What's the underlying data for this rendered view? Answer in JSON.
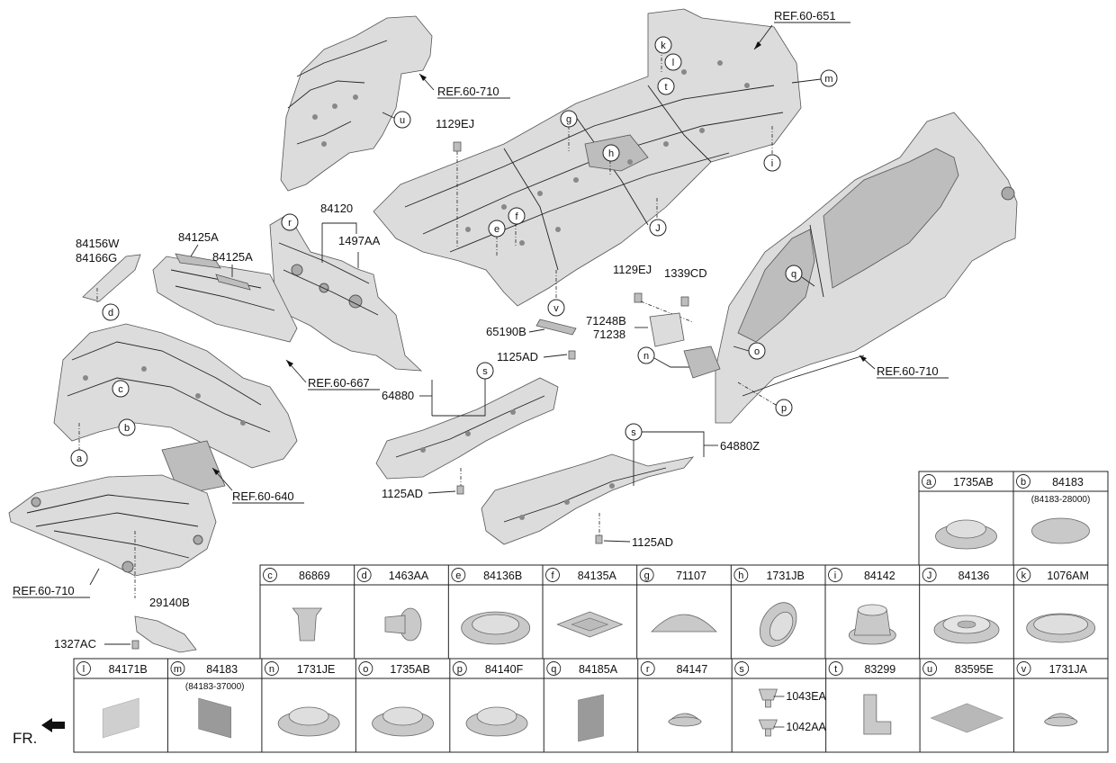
{
  "callouts": {
    "a": "a",
    "b": "b",
    "c": "c",
    "d": "d",
    "e": "e",
    "f": "f",
    "g": "g",
    "h": "h",
    "i": "i",
    "j": "J",
    "k": "k",
    "l": "l",
    "m": "m",
    "n": "n",
    "o": "o",
    "p": "p",
    "q": "q",
    "r": "r",
    "s": "s",
    "t": "t",
    "u": "u",
    "v": "v"
  },
  "labels": {
    "p84156w": "84156W",
    "p84166g": "84166G",
    "p84125a_1": "84125A",
    "p84125a_2": "84125A",
    "p84120": "84120",
    "p1497aa": "1497AA",
    "p1129ej_top": "1129EJ",
    "p1129ej_mid": "1129EJ",
    "p1339cd": "1339CD",
    "p71248b": "71248B",
    "p71238": "71238",
    "p65190b": "65190B",
    "p1125ad_1": "1125AD",
    "p1125ad_2": "1125AD",
    "p1125ad_3": "1125AD",
    "p64880": "64880",
    "p64880z": "64880Z",
    "p29140b": "29140B",
    "p1327ac": "1327AC"
  },
  "refs": {
    "r651": "REF.60-651",
    "r710_top": "REF.60-710",
    "r667": "REF.60-667",
    "r640": "REF.60-640",
    "r710_bottom": "REF.60-710",
    "r710_right": "REF.60-710"
  },
  "legend": {
    "row0": [
      {
        "key": "a",
        "code": "1735AB",
        "sub": ""
      },
      {
        "key": "b",
        "code": "84183",
        "sub": "(84183-28000)"
      }
    ],
    "row1": [
      {
        "key": "c",
        "code": "86869"
      },
      {
        "key": "d",
        "code": "1463AA"
      },
      {
        "key": "e",
        "code": "84136B"
      },
      {
        "key": "f",
        "code": "84135A"
      },
      {
        "key": "g",
        "code": "71107"
      },
      {
        "key": "h",
        "code": "1731JB"
      },
      {
        "key": "i",
        "code": "84142"
      },
      {
        "key": "J",
        "code": "84136"
      },
      {
        "key": "k",
        "code": "1076AM"
      }
    ],
    "row2": [
      {
        "key": "l",
        "code": "84171B",
        "sub": ""
      },
      {
        "key": "m",
        "code": "84183",
        "sub": "(84183-37000)"
      },
      {
        "key": "n",
        "code": "1731JE",
        "sub": ""
      },
      {
        "key": "o",
        "code": "1735AB",
        "sub": ""
      },
      {
        "key": "p",
        "code": "84140F",
        "sub": ""
      },
      {
        "key": "q",
        "code": "84185A",
        "sub": ""
      },
      {
        "key": "r",
        "code": "84147",
        "sub": ""
      },
      {
        "key": "s",
        "code": "",
        "sub": ""
      },
      {
        "key": "t",
        "code": "83299",
        "sub": ""
      },
      {
        "key": "u",
        "code": "83595E",
        "sub": ""
      },
      {
        "key": "v",
        "code": "1731JA",
        "sub": ""
      }
    ],
    "s_items": [
      "1043EA",
      "1042AA"
    ]
  },
  "front": "FR."
}
